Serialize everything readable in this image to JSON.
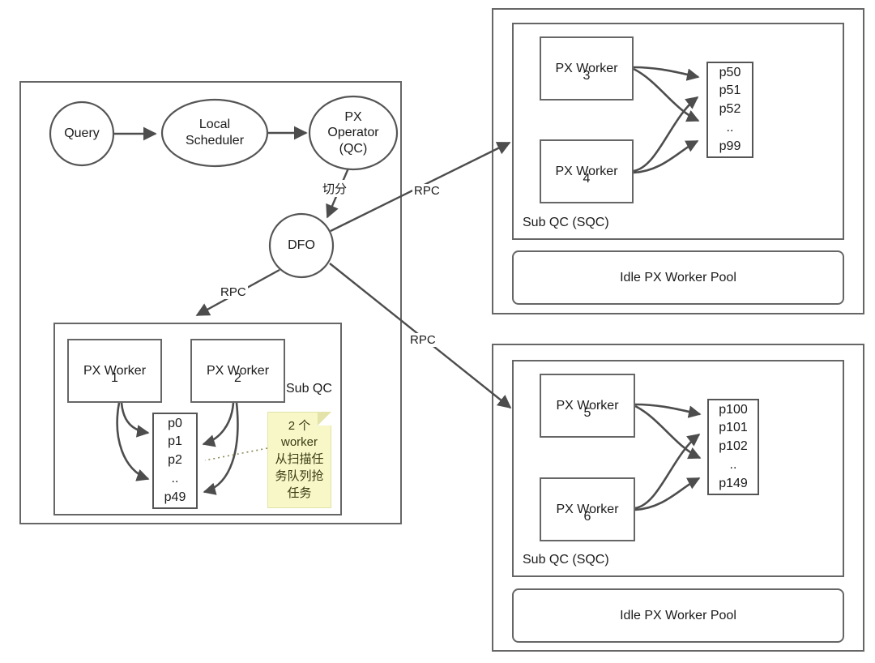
{
  "diagram": {
    "title": "PX parallel execution architecture",
    "colors": {
      "stroke": "#666666",
      "text": "#1a1a1a",
      "note_fill": "#f7f7c8",
      "background": "#ffffff"
    }
  },
  "left_panel": {
    "nodes": {
      "query": "Query",
      "local_scheduler": "Local\nScheduler",
      "px_operator": "PX\nOperator\n(QC)",
      "dfo": "DFO"
    },
    "edges": {
      "split_label": "切分",
      "rpc_label": "RPC"
    },
    "sub_qc": {
      "label": "Sub QC",
      "workers": [
        {
          "name": "PX Worker",
          "index": "1"
        },
        {
          "name": "PX Worker",
          "index": "2"
        }
      ],
      "partitions": [
        "p0",
        "p1",
        "p2",
        "..",
        "p49"
      ],
      "note": "2 个\nworker\n从扫描任\n务队列抢\n任务"
    }
  },
  "right_panels": [
    {
      "sqc": {
        "label": "Sub QC (SQC)",
        "workers": [
          {
            "name": "PX Worker",
            "index": "3"
          },
          {
            "name": "PX Worker",
            "index": "4"
          }
        ],
        "partitions": [
          "p50",
          "p51",
          "p52",
          "..",
          "p99"
        ]
      },
      "idle_pool": "Idle PX Worker Pool",
      "rpc_label": "RPC"
    },
    {
      "sqc": {
        "label": "Sub QC (SQC)",
        "workers": [
          {
            "name": "PX Worker",
            "index": "5"
          },
          {
            "name": "PX Worker",
            "index": "6"
          }
        ],
        "partitions": [
          "p100",
          "p101",
          "p102",
          "..",
          "p149"
        ]
      },
      "idle_pool": "Idle PX Worker Pool",
      "rpc_label": "RPC"
    }
  ]
}
